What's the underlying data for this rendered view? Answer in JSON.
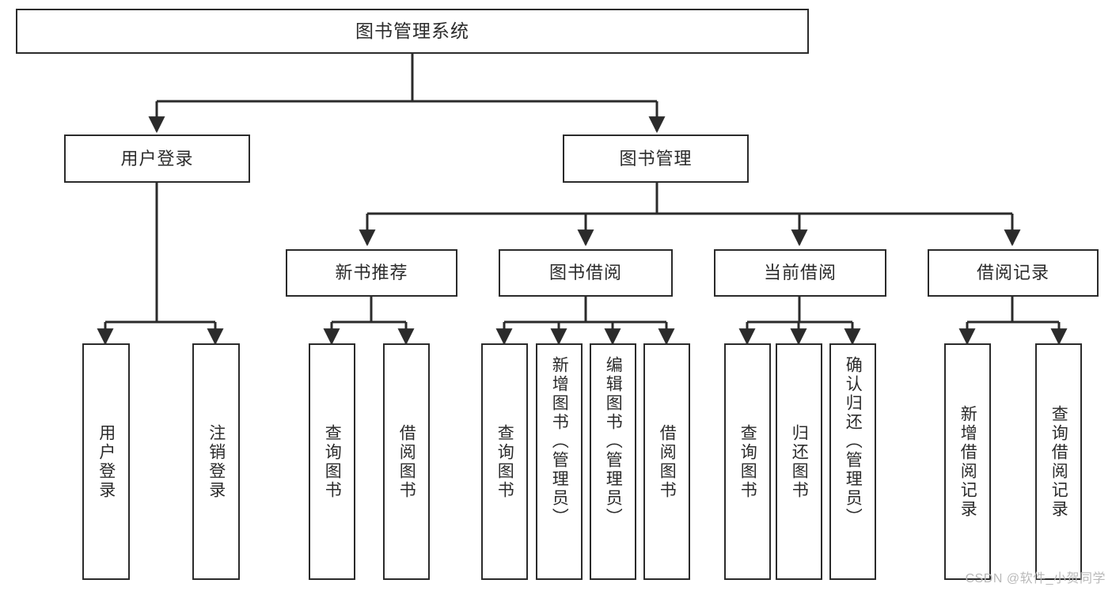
{
  "diagram": {
    "title": "图书管理系统",
    "type": "function-structure-tree",
    "root": {
      "label": "图书管理系统"
    },
    "level2": [
      {
        "id": "user-login",
        "label": "用户登录"
      },
      {
        "id": "book-management",
        "label": "图书管理"
      }
    ],
    "level3": [
      {
        "id": "new-book-recommend",
        "label": "新书推荐",
        "parent": "book-management"
      },
      {
        "id": "book-borrow",
        "label": "图书借阅",
        "parent": "book-management"
      },
      {
        "id": "current-borrow",
        "label": "当前借阅",
        "parent": "book-management"
      },
      {
        "id": "borrow-record",
        "label": "借阅记录",
        "parent": "book-management"
      }
    ],
    "leaves": [
      {
        "id": "leaf-user-login",
        "label": "用户登录",
        "parent": "user-login"
      },
      {
        "id": "leaf-user-logout",
        "label": "注销登录",
        "parent": "user-login"
      },
      {
        "id": "leaf-query-book-1",
        "label": "查询图书",
        "parent": "new-book-recommend"
      },
      {
        "id": "leaf-borrow-book-1",
        "label": "借阅图书",
        "parent": "new-book-recommend"
      },
      {
        "id": "leaf-query-book-2",
        "label": "查询图书",
        "parent": "book-borrow"
      },
      {
        "id": "leaf-add-book",
        "label": "新增图书（管理员）",
        "parent": "book-borrow"
      },
      {
        "id": "leaf-edit-book",
        "label": "编辑图书（管理员）",
        "parent": "book-borrow"
      },
      {
        "id": "leaf-borrow-book-2",
        "label": "借阅图书",
        "parent": "book-borrow"
      },
      {
        "id": "leaf-query-book-3",
        "label": "查询图书",
        "parent": "current-borrow"
      },
      {
        "id": "leaf-return-book",
        "label": "归还图书",
        "parent": "current-borrow"
      },
      {
        "id": "leaf-confirm-return",
        "label": "确认归还（管理员）",
        "parent": "current-borrow"
      },
      {
        "id": "leaf-add-record",
        "label": "新增借阅记录",
        "parent": "borrow-record"
      },
      {
        "id": "leaf-query-record",
        "label": "查询借阅记录",
        "parent": "borrow-record"
      }
    ],
    "watermark": "CSDN @软件_小贺同学",
    "colors": {
      "stroke": "#2b2b2b",
      "fill": "#ffffff",
      "text": "#2b2b2b",
      "watermark": "#b9b9b9"
    }
  }
}
